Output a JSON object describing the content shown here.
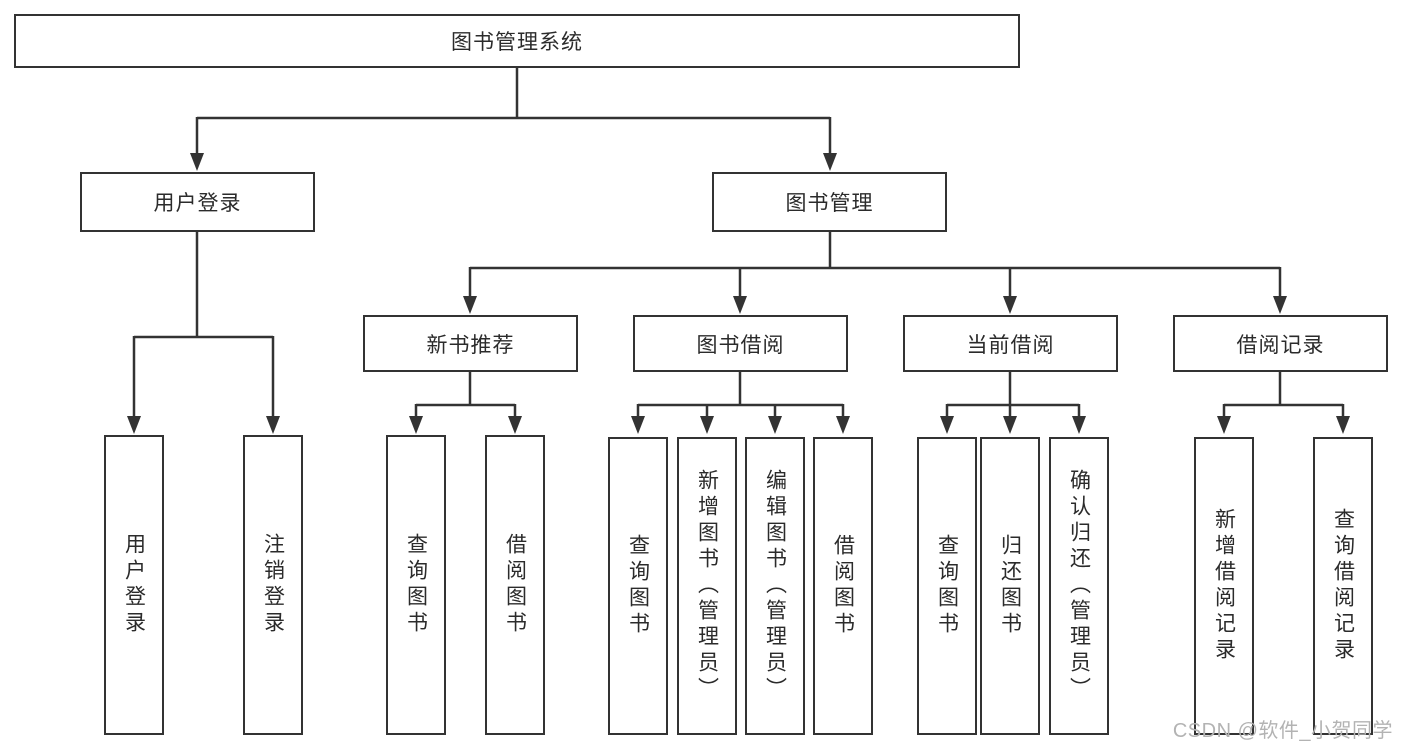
{
  "diagram": {
    "type": "hierarchy-tree",
    "title": "图书管理系统",
    "nodes": {
      "root": {
        "label": "图书管理系统"
      },
      "user_login": {
        "label": "用户登录"
      },
      "book_mgmt": {
        "label": "图书管理"
      },
      "new_book_rec": {
        "label": "新书推荐"
      },
      "book_borrow": {
        "label": "图书借阅"
      },
      "current_borrow": {
        "label": "当前借阅"
      },
      "borrow_records": {
        "label": "借阅记录"
      },
      "leaf_user_login": {
        "label": "用户登录"
      },
      "leaf_logout": {
        "label": "注销登录"
      },
      "leaf_rec_query": {
        "label": "查询图书"
      },
      "leaf_rec_borrow": {
        "label": "借阅图书"
      },
      "leaf_bb_query": {
        "label": "查询图书"
      },
      "leaf_bb_add": {
        "label": "新增图书（管理员）"
      },
      "leaf_bb_edit": {
        "label": "编辑图书（管理员）"
      },
      "leaf_bb_borrow": {
        "label": "借阅图书"
      },
      "leaf_cb_query": {
        "label": "查询图书"
      },
      "leaf_cb_return": {
        "label": "归还图书"
      },
      "leaf_cb_confirm": {
        "label": "确认归还（管理员）"
      },
      "leaf_br_add": {
        "label": "新增借阅记录"
      },
      "leaf_br_query": {
        "label": "查询借阅记录"
      }
    },
    "edges": [
      [
        "图书管理系统",
        "用户登录"
      ],
      [
        "图书管理系统",
        "图书管理"
      ],
      [
        "用户登录",
        "用户登录(叶)"
      ],
      [
        "用户登录",
        "注销登录"
      ],
      [
        "图书管理",
        "新书推荐"
      ],
      [
        "图书管理",
        "图书借阅"
      ],
      [
        "图书管理",
        "当前借阅"
      ],
      [
        "图书管理",
        "借阅记录"
      ],
      [
        "新书推荐",
        "查询图书"
      ],
      [
        "新书推荐",
        "借阅图书"
      ],
      [
        "图书借阅",
        "查询图书"
      ],
      [
        "图书借阅",
        "新增图书（管理员）"
      ],
      [
        "图书借阅",
        "编辑图书（管理员）"
      ],
      [
        "图书借阅",
        "借阅图书"
      ],
      [
        "当前借阅",
        "查询图书"
      ],
      [
        "当前借阅",
        "归还图书"
      ],
      [
        "当前借阅",
        "确认归还（管理员）"
      ],
      [
        "借阅记录",
        "新增借阅记录"
      ],
      [
        "借阅记录",
        "查询借阅记录"
      ]
    ],
    "colors": {
      "line": "#333333",
      "box_border": "#333333",
      "text": "#2b2b2b",
      "background": "#ffffff"
    }
  },
  "watermark": {
    "text": "CSDN @软件_小贺同学",
    "color": "#b3b3b3"
  }
}
